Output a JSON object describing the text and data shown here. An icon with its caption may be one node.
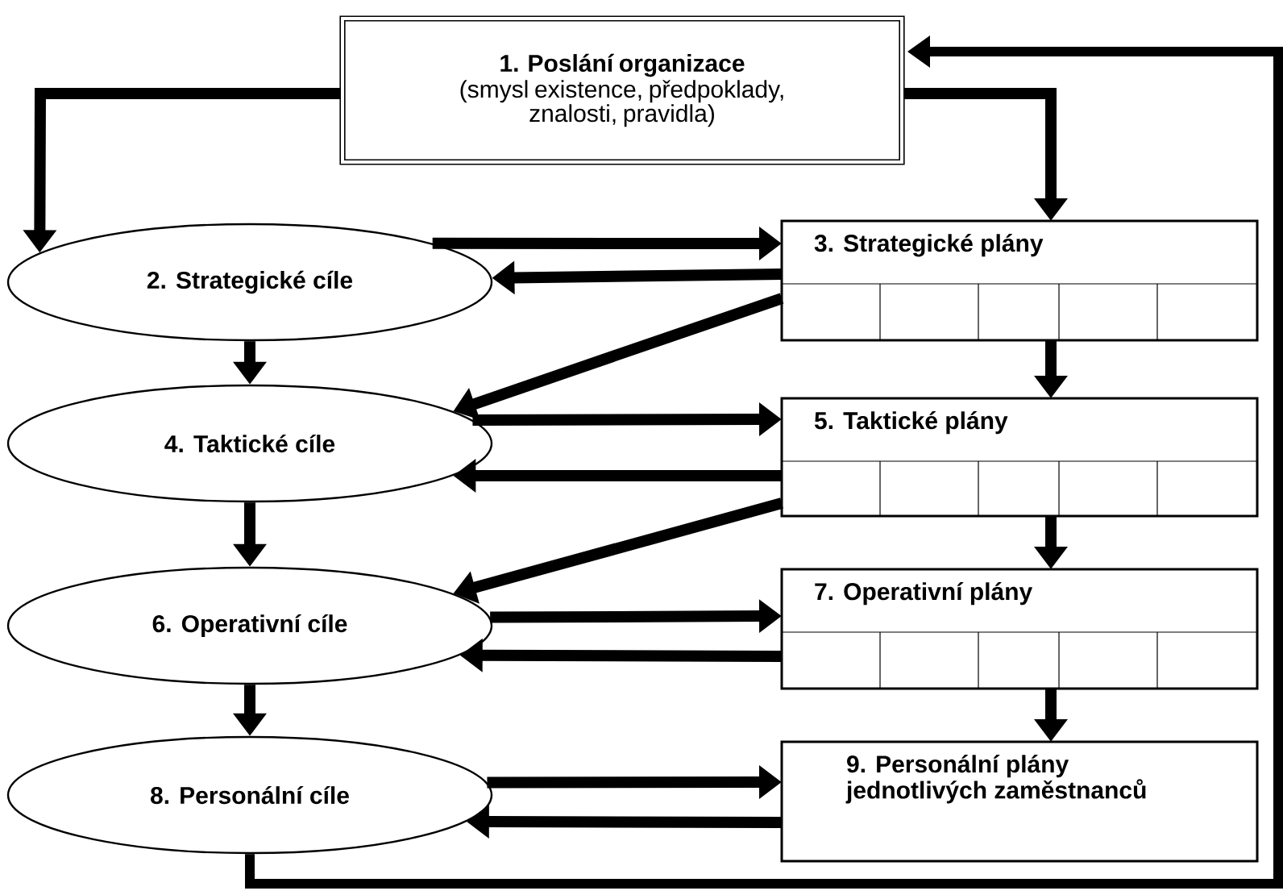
{
  "diagram": {
    "nodes": [
      {
        "text": [
          "1. Poslání organizace",
          "(smysl existence, předpoklady, znalosti, pravidla)"
        ]
      },
      {
        "text": [
          "2. Strategické cíle"
        ]
      },
      {
        "text": [
          "3. Strategické plány"
        ]
      },
      {
        "text": [
          "4. Taktické cíle"
        ]
      },
      {
        "text": [
          "5. Taktické plány"
        ]
      },
      {
        "text": [
          "6. Operativní cíle"
        ]
      },
      {
        "text": [
          "7. Operativní plány"
        ]
      },
      {
        "text": [
          "8. Personální cíle"
        ]
      },
      {
        "text": [
          "9. Personální plány jednotlivých zaměstnanců"
        ]
      }
    ],
    "edges": [
      {
        "from": 0,
        "to": 1,
        "arrow": "to"
      },
      {
        "from": 0,
        "to": 2,
        "arrow": "to"
      },
      {
        "from": 1,
        "to": 2,
        "arrow": "to"
      },
      {
        "from": 2,
        "to": 1,
        "arrow": "to"
      },
      {
        "from": 2,
        "to": 3,
        "arrow": "to"
      },
      {
        "from": 1,
        "to": 3,
        "arrow": "to"
      },
      {
        "from": 2,
        "to": 4,
        "arrow": "to"
      },
      {
        "from": 3,
        "to": 4,
        "arrow": "to"
      },
      {
        "from": 4,
        "to": 3,
        "arrow": "to"
      },
      {
        "from": 4,
        "to": 5,
        "arrow": "to"
      },
      {
        "from": 3,
        "to": 5,
        "arrow": "to"
      },
      {
        "from": 4,
        "to": 6,
        "arrow": "to"
      },
      {
        "from": 5,
        "to": 6,
        "arrow": "to"
      },
      {
        "from": 6,
        "to": 5,
        "arrow": "to"
      },
      {
        "from": 5,
        "to": 7,
        "arrow": "to"
      },
      {
        "from": 6,
        "to": 8,
        "arrow": "to"
      },
      {
        "from": 7,
        "to": 8,
        "arrow": "to"
      },
      {
        "from": 8,
        "to": 7,
        "arrow": "to"
      },
      {
        "from": 7,
        "to": 0,
        "arrow": "to"
      }
    ]
  }
}
